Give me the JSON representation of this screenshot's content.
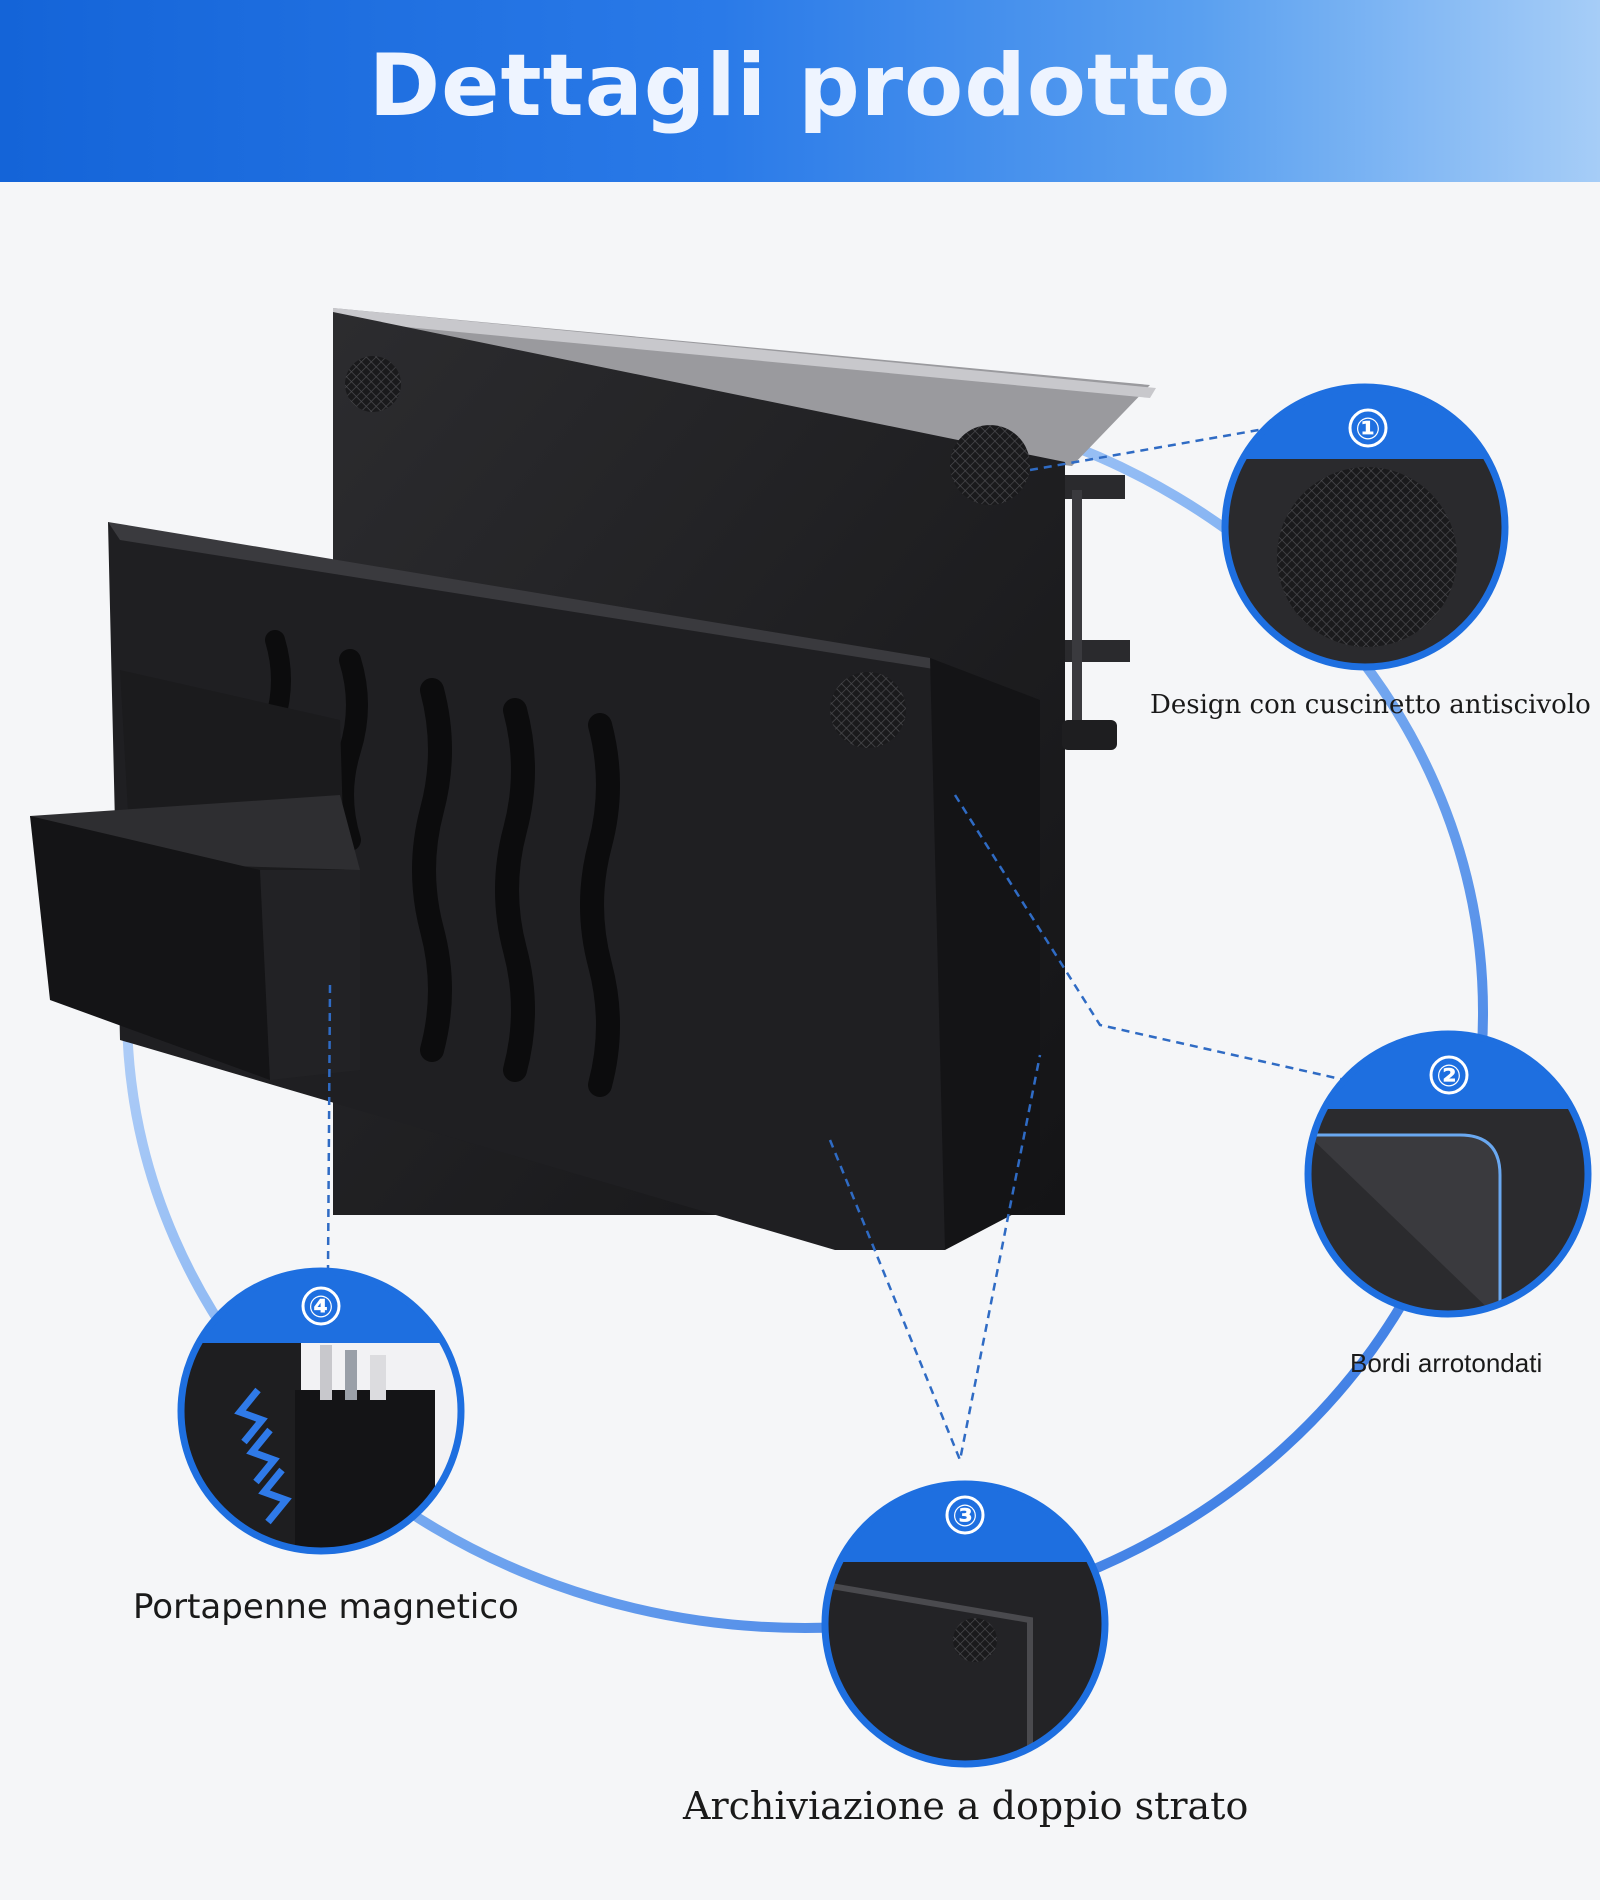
{
  "header": {
    "title": "Dettagli prodotto"
  },
  "callouts": [
    {
      "number": "①",
      "label": "Design con cuscinetto antiscivolo",
      "icon": "non-slip-pad-detail"
    },
    {
      "number": "②",
      "label": "Bordi arrotondati",
      "icon": "rounded-edge-detail"
    },
    {
      "number": "③",
      "label": "Archiviazione a doppio strato",
      "icon": "double-layer-detail"
    },
    {
      "number": "④",
      "label": "Portapenne magnetico",
      "icon": "magnetic-pen-holder-detail"
    }
  ],
  "colors": {
    "accent": "#1e6fe0",
    "product": "#1c1c1e",
    "background": "#f5f6f8"
  }
}
